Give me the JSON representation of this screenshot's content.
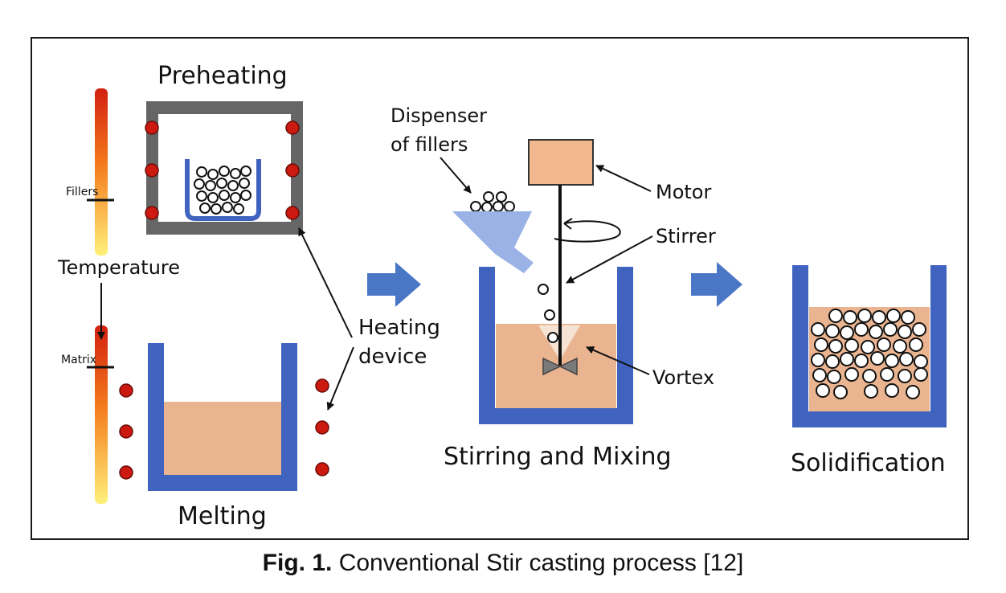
{
  "labels": {
    "preheating": "Preheating",
    "melting": "Melting",
    "fillers": "Fillers",
    "matrix": "Matrix",
    "temperature": "Temperature",
    "heating_device_line1": "Heating",
    "heating_device_line2": "device",
    "dispenser_line1": "Dispenser",
    "dispenser_line2": "of fillers",
    "motor": "Motor",
    "stirrer": "Stirrer",
    "vortex": "Vortex",
    "stirring_mixing": "Stirring and Mixing",
    "solidification": "Solidification"
  },
  "caption": {
    "prefix": "Fig. 1.",
    "text": "Conventional Stir casting process [12]"
  },
  "colors": {
    "crucible_blue": "#3f63bf",
    "melt": "#e9b48f",
    "motor": "#f2b98e",
    "furnace_gray": "#666666",
    "heater_red": "#cc1a10",
    "arrow_blue": "#4a76c6",
    "funnel": "#9ab2e6"
  }
}
